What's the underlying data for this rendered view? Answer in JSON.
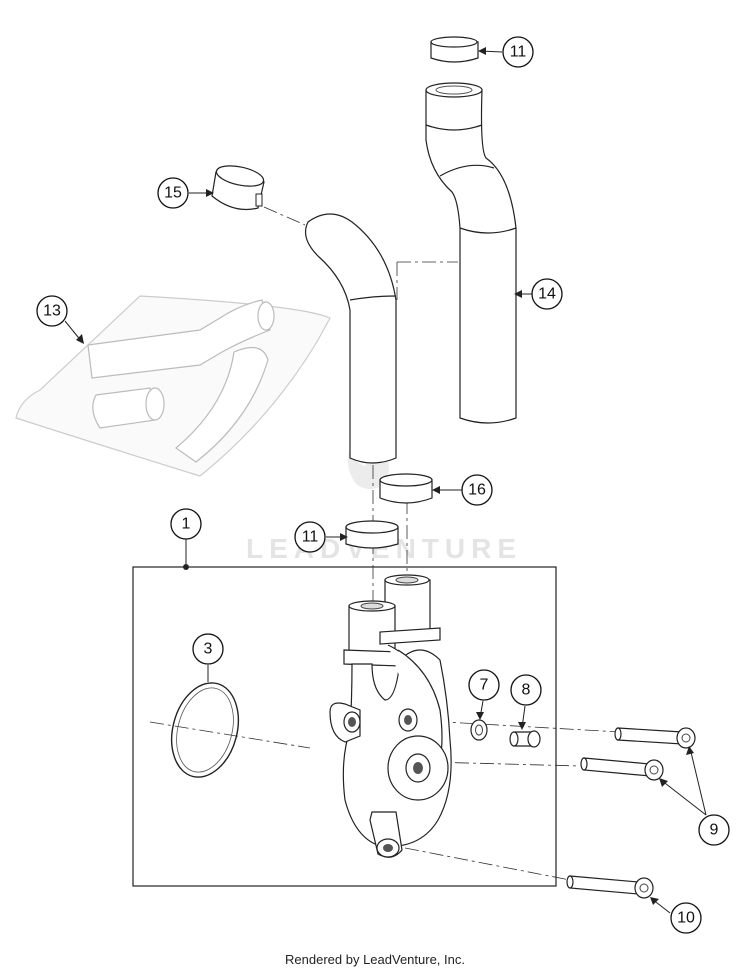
{
  "diagram": {
    "callouts": [
      {
        "id": "c11a",
        "label": "11"
      },
      {
        "id": "c15",
        "label": "15"
      },
      {
        "id": "c14",
        "label": "14"
      },
      {
        "id": "c13",
        "label": "13"
      },
      {
        "id": "c16",
        "label": "16"
      },
      {
        "id": "c1",
        "label": "1"
      },
      {
        "id": "c11b",
        "label": "11"
      },
      {
        "id": "c3",
        "label": "3"
      },
      {
        "id": "c7",
        "label": "7"
      },
      {
        "id": "c8",
        "label": "8"
      },
      {
        "id": "c9",
        "label": "9"
      },
      {
        "id": "c10",
        "label": "10"
      }
    ],
    "watermark": "LEADVENTURE",
    "footer": "Rendered by LeadVenture, Inc."
  }
}
